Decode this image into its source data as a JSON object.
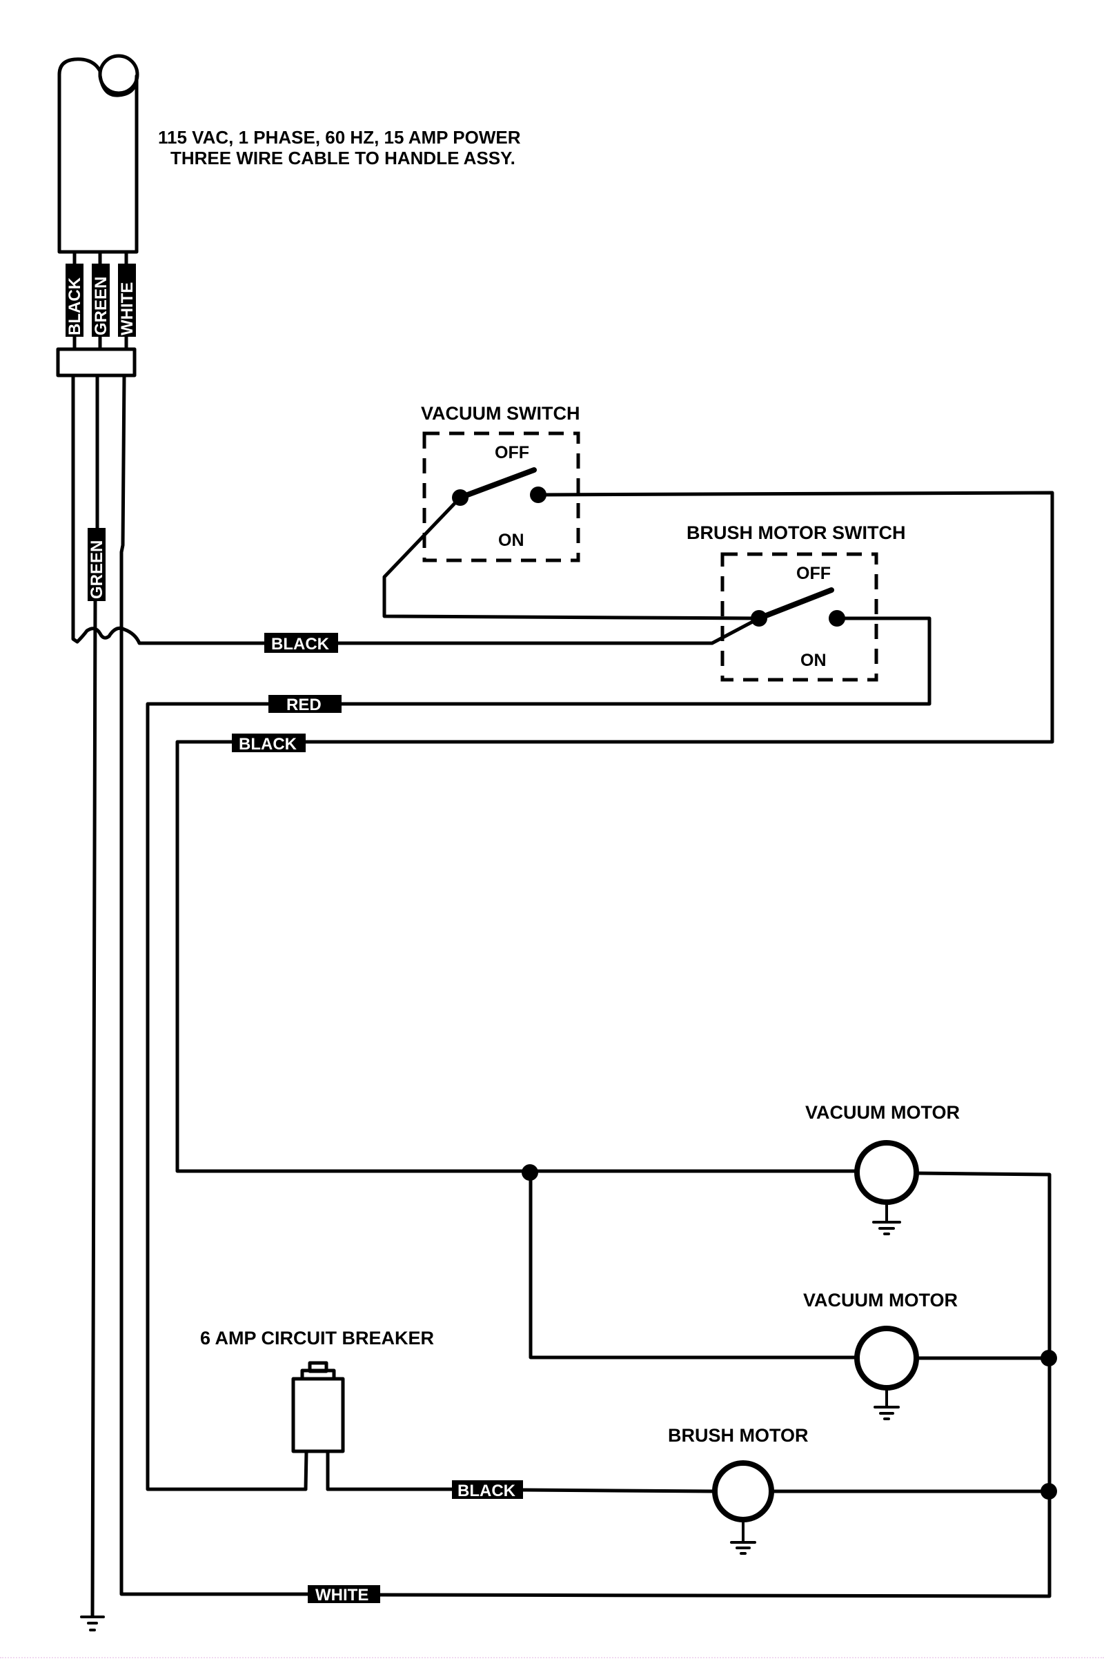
{
  "title": {
    "line1": "115 VAC, 1 PHASE, 60 HZ, 15 AMP POWER",
    "line2": "THREE WIRE CABLE TO HANDLE ASSY."
  },
  "cable": {
    "wires": [
      "BLACK",
      "GREEN",
      "WHITE"
    ],
    "ground_label": "GREEN"
  },
  "vacuum_switch": {
    "title": "VACUUM SWITCH",
    "off": "OFF",
    "on": "ON"
  },
  "brush_switch": {
    "title": "BRUSH MOTOR SWITCH",
    "off": "OFF",
    "on": "ON"
  },
  "wire_tags": {
    "black_main": "BLACK",
    "red": "RED",
    "black_vacuum": "BLACK",
    "black_breaker": "BLACK",
    "white_return": "WHITE"
  },
  "components": {
    "vacuum_motor_1": "VACUUM MOTOR",
    "vacuum_motor_2": "VACUUM MOTOR",
    "brush_motor": "BRUSH MOTOR",
    "circuit_breaker": "6 AMP CIRCUIT BREAKER"
  },
  "icons": {
    "ground": "ground-icon",
    "motor": "motor-icon",
    "junction": "junction-dot-icon",
    "switch": "spst-switch-icon",
    "breaker": "circuit-breaker-icon"
  }
}
